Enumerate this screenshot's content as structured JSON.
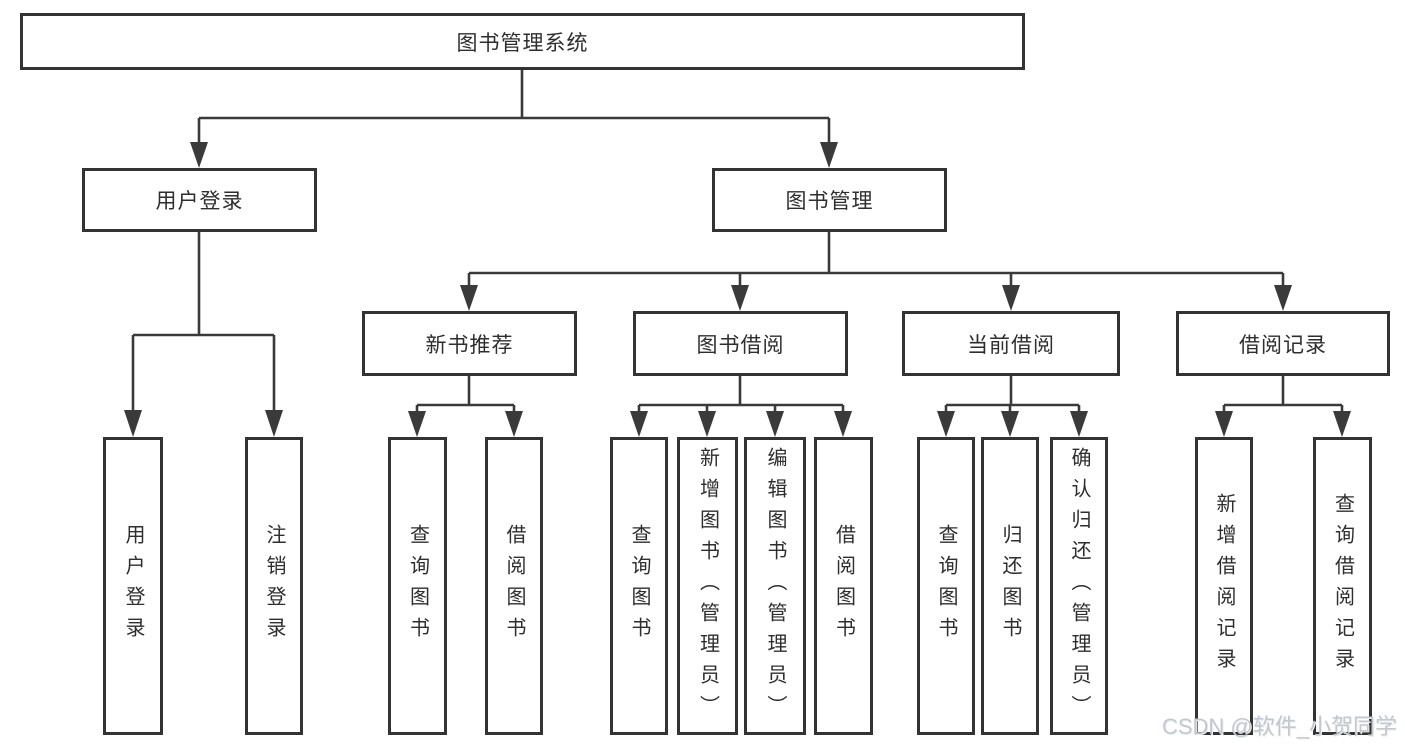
{
  "tree": {
    "root": {
      "label": "图书管理系统"
    },
    "children": [
      {
        "label": "用户登录",
        "children": [
          {
            "label": "用户登录"
          },
          {
            "label": "注销登录"
          }
        ]
      },
      {
        "label": "图书管理",
        "children": [
          {
            "label": "新书推荐",
            "children": [
              {
                "label": "查询图书"
              },
              {
                "label": "借阅图书"
              }
            ]
          },
          {
            "label": "图书借阅",
            "children": [
              {
                "label": "查询图书"
              },
              {
                "label": "新增图书（管理员）"
              },
              {
                "label": "编辑图书（管理员）"
              },
              {
                "label": "借阅图书"
              }
            ]
          },
          {
            "label": "当前借阅",
            "children": [
              {
                "label": "查询图书"
              },
              {
                "label": "归还图书"
              },
              {
                "label": "确认归还（管理员）"
              }
            ]
          },
          {
            "label": "借阅记录",
            "children": [
              {
                "label": "新增借阅记录"
              },
              {
                "label": "查询借阅记录"
              }
            ]
          }
        ]
      }
    ]
  },
  "watermark": "CSDN @软件_小贺同学",
  "colors": {
    "line": "#3a3a3a",
    "box_border": "#333333",
    "text": "#2e2e2e",
    "watermark": "#c3c8cf",
    "background": "#ffffff"
  }
}
